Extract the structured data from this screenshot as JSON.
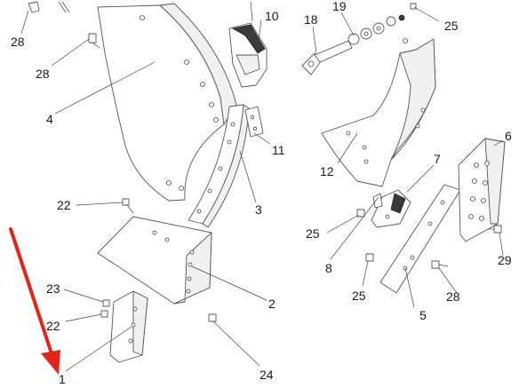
{
  "callouts": [
    {
      "id": "1"
    },
    {
      "id": "2"
    },
    {
      "id": "3"
    },
    {
      "id": "4"
    },
    {
      "id": "5"
    },
    {
      "id": "6"
    },
    {
      "id": "7"
    },
    {
      "id": "8"
    },
    {
      "id": "10"
    },
    {
      "id": "11"
    },
    {
      "id": "12"
    },
    {
      "id": "18"
    },
    {
      "id": "19"
    },
    {
      "id": "22"
    },
    {
      "id": "22b",
      "text": "22"
    },
    {
      "id": "23"
    },
    {
      "id": "24"
    },
    {
      "id": "25"
    },
    {
      "id": "25b",
      "text": "25"
    },
    {
      "id": "25c",
      "text": "25"
    },
    {
      "id": "28"
    },
    {
      "id": "28b",
      "text": "28"
    },
    {
      "id": "28c",
      "text": "28"
    },
    {
      "id": "29"
    }
  ],
  "labels": {
    "c1": "1",
    "c2": "2",
    "c3": "3",
    "c4": "4",
    "c5": "5",
    "c6": "6",
    "c7": "7",
    "c8": "8",
    "c10": "10",
    "c11": "11",
    "c12": "12",
    "c18": "18",
    "c19": "19",
    "c22a": "22",
    "c22b": "22",
    "c23": "23",
    "c24": "24",
    "c25a": "25",
    "c25b": "25",
    "c25c": "25",
    "c28a": "28",
    "c28b": "28",
    "c28c": "28",
    "c29": "29"
  },
  "colors": {
    "arrow": "#e3241b",
    "line": "#555555",
    "text": "#1a1a1a"
  }
}
